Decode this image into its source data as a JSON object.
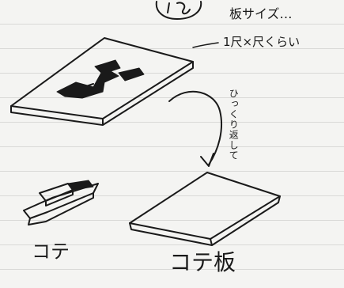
{
  "note_text": {
    "board_size_label": "板サイズ…",
    "board_size_value": "1尺×尺くらい",
    "flip_note": "ひっくり返して",
    "trowel_label": "コテ",
    "trowel_board_label": "コテ板"
  }
}
